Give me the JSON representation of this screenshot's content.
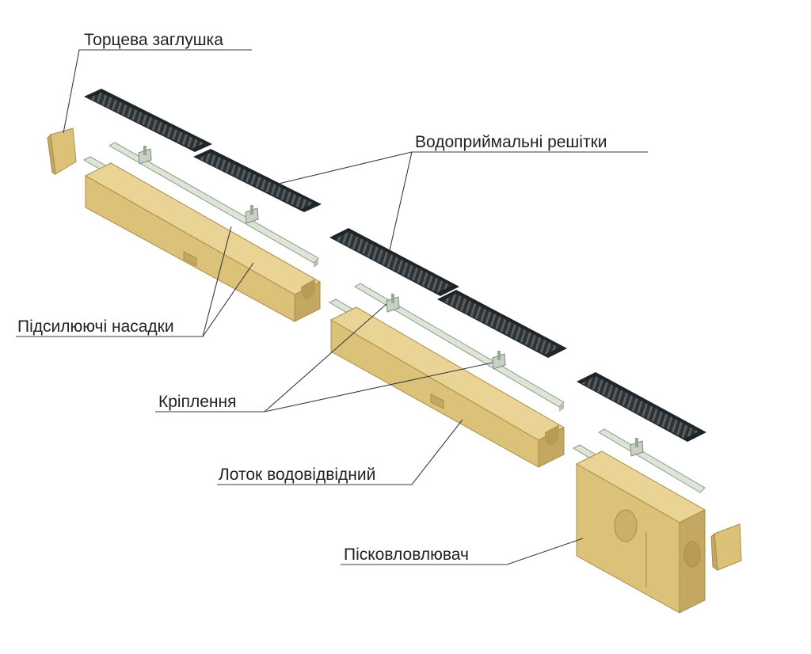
{
  "labels": {
    "end_cap": "Торцева заглушка",
    "gratings": "Водоприймальні решітки",
    "reinforcing_edges": "Підсилюючі насадки",
    "fastening": "Кріплення",
    "channel": "Лоток водовідвідний",
    "sand_trap": "Пісковловлювач"
  },
  "colors": {
    "concrete": "#dcc178",
    "grating": "#2e3336",
    "rail": "#dde5d6",
    "leader": "#3a3a3a",
    "text": "#222222"
  }
}
